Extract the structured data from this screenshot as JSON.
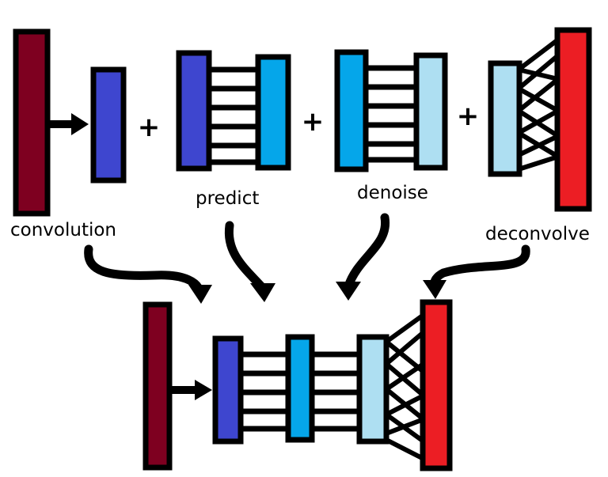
{
  "labels": {
    "convolution": "convolution",
    "predict": "predict",
    "denoise": "denoise",
    "deconvolve": "deconvolve"
  },
  "operators": {
    "plus": "+"
  },
  "colors": {
    "conv_dark_red": "#7e0020",
    "dark_blue": "#3e46cf",
    "mid_blue": "#05a6ea",
    "light_blue": "#aedff2",
    "bright_red": "#ec1e24",
    "outline": "#000000"
  }
}
